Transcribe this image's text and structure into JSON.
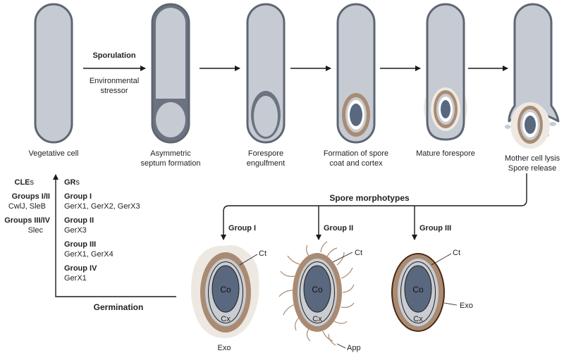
{
  "colors": {
    "cell_fill": "#c6cad2",
    "cell_stroke": "#5e6673",
    "septum_fill": "#6b7380",
    "core_fill": "#59687f",
    "cortex_fill": "#c9ccd1",
    "coat_fill": "#a98b73",
    "exosporium_fill": "#ede9e2",
    "exosporium_group3": "#4a2a14",
    "appendage": "#a98b73",
    "arrow": "#1a1a1a"
  },
  "stages": {
    "vegetative": "Vegetative cell",
    "asymmetric_1": "Asymmetric",
    "asymmetric_2": "septum formation",
    "engulfment_1": "Forespore",
    "engulfment_2": "engulfment",
    "coat_1": "Formation of spore",
    "coat_2": "coat and cortex",
    "mature": "Mature forespore",
    "lysis_1": "Mother cell lysis",
    "lysis_2": "Spore release"
  },
  "sporulation": {
    "title": "Sporulation",
    "sub_1": "Environmental",
    "sub_2": "stressor"
  },
  "cles": {
    "title_bold": "CLE",
    "title_suffix": "s",
    "g12_title": "Groups I/II",
    "g12_items": "CwlJ, SleB",
    "g34_title": "Groups III/IV",
    "g34_items": "Slec"
  },
  "grs": {
    "title_bold": "GR",
    "title_suffix": "s",
    "groups": [
      {
        "title": "Group I",
        "items": "GerX1, GerX2, GerX3"
      },
      {
        "title": "Group II",
        "items": "GerX3"
      },
      {
        "title": "Group III",
        "items": "GerX1, GerX4"
      },
      {
        "title": "Group IV",
        "items": "GerX1"
      }
    ]
  },
  "morphotypes": {
    "title": "Spore morphotypes",
    "group1": "Group I",
    "group2": "Group II",
    "group3": "Group III"
  },
  "germination": "Germination",
  "spore_labels": {
    "co": "Co",
    "cx": "Cx",
    "ct": "Ct",
    "exo": "Exo",
    "app": "App"
  }
}
